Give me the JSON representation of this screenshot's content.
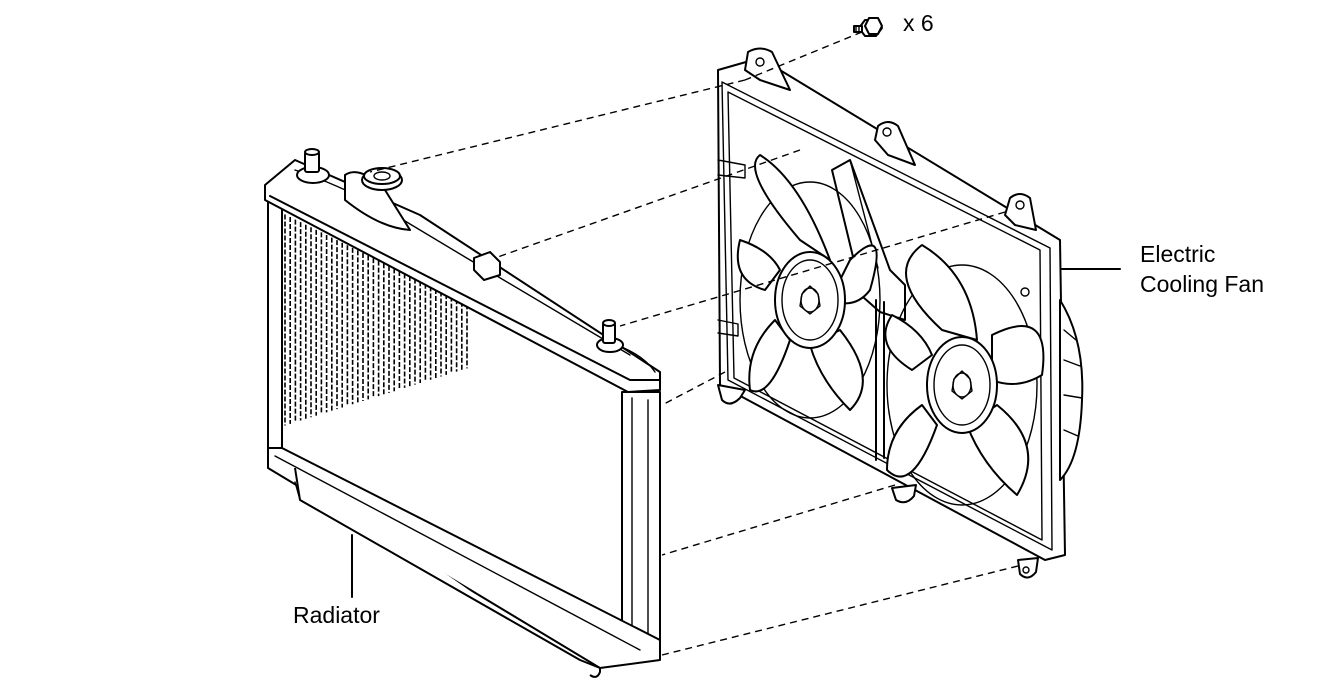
{
  "labels": {
    "bolt_quantity": "x 6",
    "fan_line1": "Electric",
    "fan_line2": "Cooling Fan",
    "radiator": "Radiator"
  },
  "colors": {
    "ink": "#000000",
    "paper": "#ffffff"
  },
  "icons": {
    "bolt": "hex-flange-bolt"
  }
}
